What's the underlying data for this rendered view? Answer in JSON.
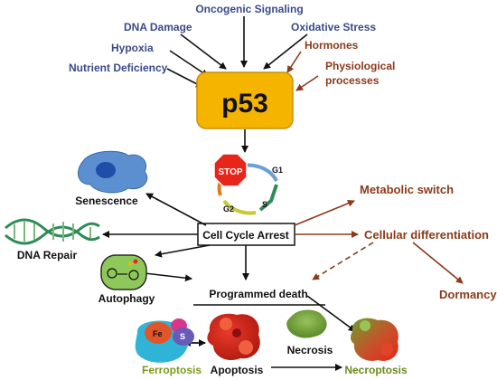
{
  "colors": {
    "stress_blue": "#3a4a8a",
    "stress_brown": "#8b3a1a",
    "p53_box": "#f5b400",
    "black": "#111111",
    "ferroptosis_green": "#7a9a1e",
    "necroptosis_green": "#6a8a1e"
  },
  "stressors": {
    "oncogenic": "Oncogenic Signaling",
    "dna_damage": "DNA Damage",
    "oxidative": "Oxidative Stress",
    "hypoxia": "Hypoxia",
    "hormones": "Hormones",
    "nutrient": "Nutrient Deficiency",
    "physiological_1": "Physiological",
    "physiological_2": "processes"
  },
  "hub": {
    "p53": "p53"
  },
  "cell_cycle": {
    "stop": "STOP",
    "g1": "G1",
    "s": "S",
    "g2": "G2",
    "arrest": "Cell Cycle Arrest"
  },
  "outcomes": {
    "senescence": "Senescence",
    "dna_repair": "DNA Repair",
    "autophagy": "Autophagy",
    "programmed_death": "Programmed death",
    "metabolic_switch": "Metabolic switch",
    "cellular_differentiation": "Cellular differentiation",
    "dormancy": "Dormancy"
  },
  "death_types": {
    "ferroptosis": "Ferroptosis",
    "apoptosis": "Apoptosis",
    "necrosis": "Necrosis",
    "necroptosis": "Necroptosis",
    "fe": "Fe",
    "s_label": "S"
  },
  "icons": {
    "senescence": "senescent-cell-icon",
    "dna": "dna-helix-icon",
    "autophagy": "autophagosome-icon",
    "ferroptosis": "ferroptotic-cell-icon",
    "apoptosis": "apoptotic-cell-icon",
    "necrosis": "necrotic-cell-icon",
    "necroptosis": "necroptotic-cell-icon",
    "stop": "stop-sign-icon"
  }
}
